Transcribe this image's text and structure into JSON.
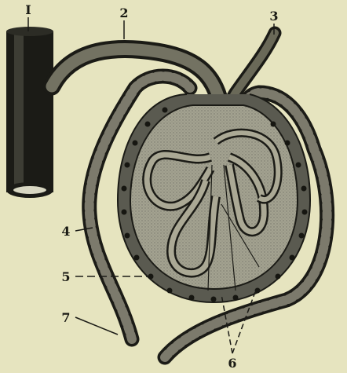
{
  "diagram": {
    "labels": [
      {
        "id": "1",
        "text": "I"
      },
      {
        "id": "2",
        "text": "2"
      },
      {
        "id": "3",
        "text": "3"
      },
      {
        "id": "4",
        "text": "4"
      },
      {
        "id": "5",
        "text": "5"
      },
      {
        "id": "6",
        "text": "6"
      },
      {
        "id": "7",
        "text": "7"
      }
    ]
  },
  "colors": {
    "paper": "#e6e4bf",
    "ink": "#1a1a14",
    "vessel_gray": "#7c7a6c",
    "capsule_dark": "#5a5a50",
    "glomerulus_fill": "#9c9b8a",
    "loop_fill": "#aba995"
  }
}
